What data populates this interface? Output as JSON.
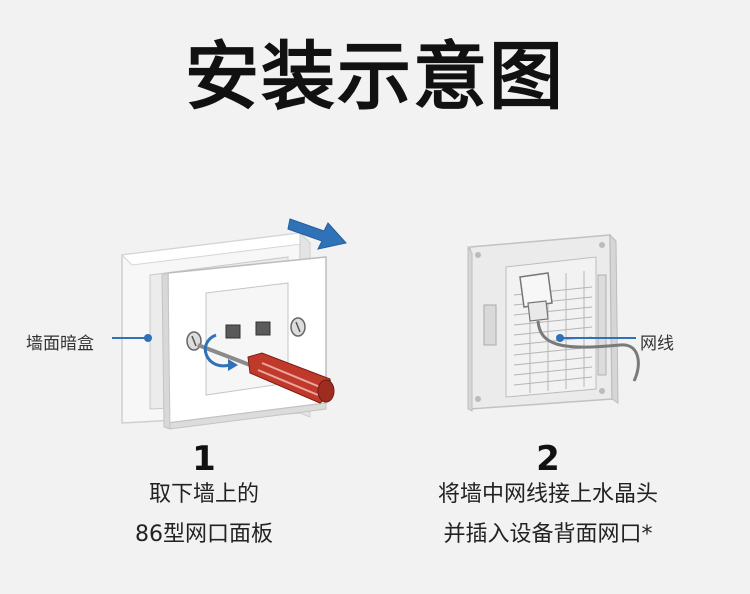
{
  "title": "安装示意图",
  "callouts": {
    "wall_box": "墙面暗盒",
    "cable": "网线"
  },
  "steps": [
    {
      "number": "1",
      "line1": "取下墙上的",
      "line2": "86型网口面板"
    },
    {
      "number": "2",
      "line1": "将墙中网线接上水晶头",
      "line2": "并插入设备背面网口*"
    }
  ],
  "colors": {
    "background": "#f2f2f2",
    "accent_arrow": "#2f72b8",
    "screwdriver_handle": "#c0392b"
  }
}
